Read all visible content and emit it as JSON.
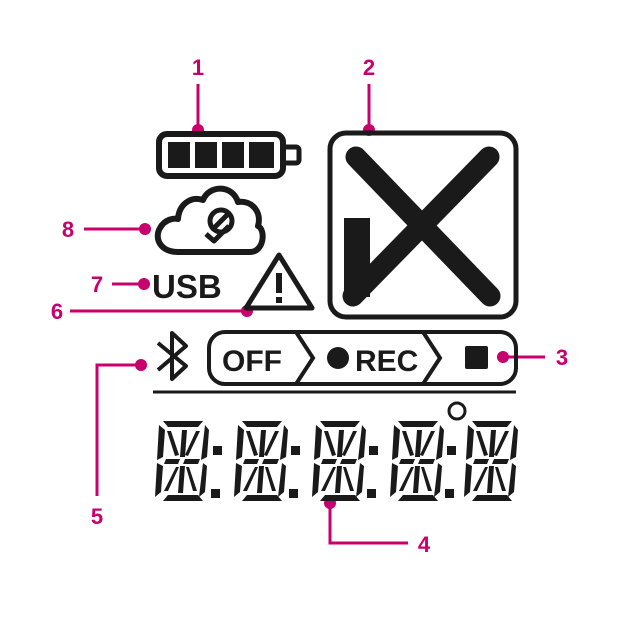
{
  "colors": {
    "accent": "#c8006e",
    "ink": "#1a1a1a",
    "background": "#ffffff"
  },
  "callouts": [
    "1",
    "2",
    "3",
    "4",
    "5",
    "6",
    "7",
    "8"
  ],
  "icons": {
    "battery": "battery-full-icon",
    "status_box": "x-mark-in-square-icon",
    "cloud": "cloud-sync-check-icon",
    "warning": "warning-triangle-icon",
    "bluetooth": "bluetooth-icon",
    "record": "record-dot-icon",
    "stop": "stop-square-icon",
    "degree": "degree-icon"
  },
  "labels": {
    "usb": "USB",
    "off": "OFF",
    "rec": "REC"
  },
  "segment_display": {
    "digit_count": 5,
    "separator": ":"
  }
}
